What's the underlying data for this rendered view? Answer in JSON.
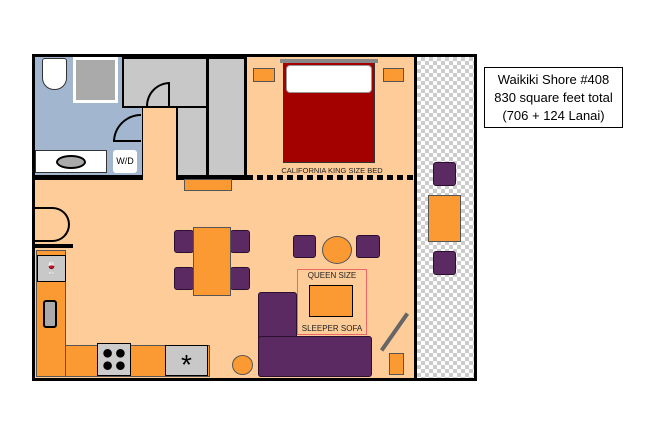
{
  "info": {
    "line1": "Waikiki Shore #408",
    "line2": "830 square feet total",
    "line3": "(706 + 124 Lanai)"
  },
  "labels": {
    "bed": "CALIFORNIA KING SIZE BED",
    "sofa_top": "QUEEN SIZE",
    "sofa_bottom": "SLEEPER SOFA",
    "washer_dryer": "W/D"
  },
  "colors": {
    "floor": "#fdcc99",
    "bath": "#a3b6cf",
    "furniture": "#fb9a33",
    "upholstery": "#5b2a63",
    "bed": "#a30000"
  }
}
